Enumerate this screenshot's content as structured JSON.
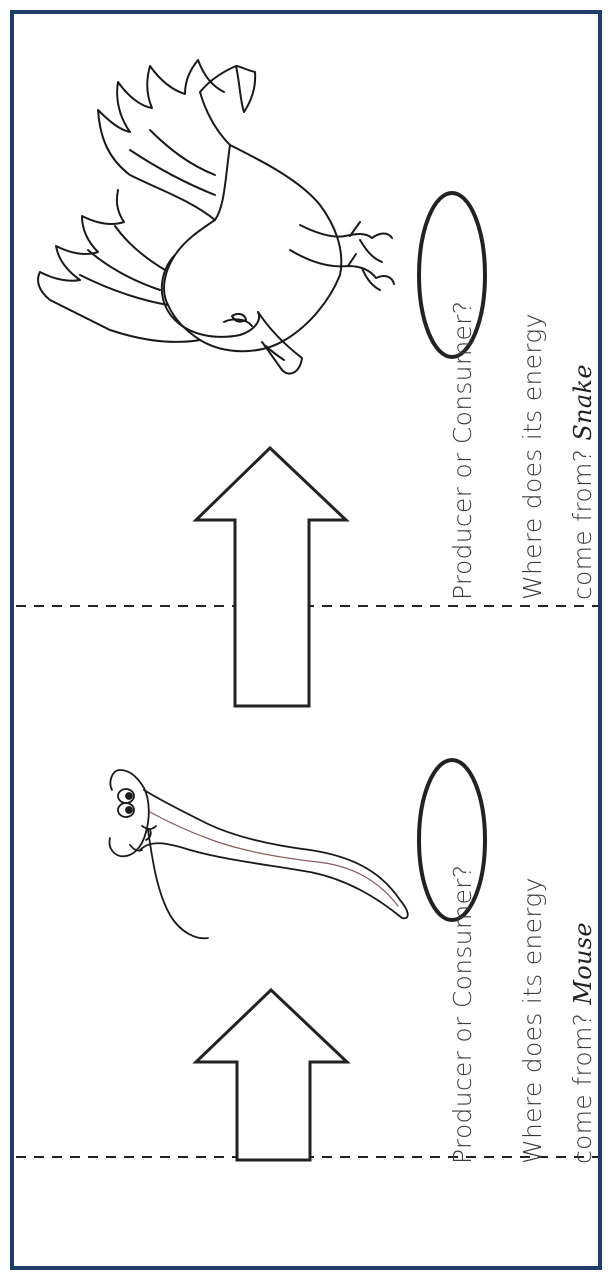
{
  "panels": {
    "top": {
      "question_prefix": "Producer or ",
      "circled_answer": "Consumer",
      "question_suffix": "?",
      "energy_line1": "Where does its energy",
      "energy_line2_prefix": "come from? ",
      "energy_answer": "Snake",
      "animal_icon": "eagle-icon"
    },
    "bottom": {
      "question_prefix": "Producer or ",
      "circled_answer": "Consumer",
      "question_suffix": "?",
      "energy_line1": "Where does its energy",
      "energy_line2_prefix": "come from? ",
      "energy_answer": "Mouse",
      "animal_icon": "snake-icon"
    }
  },
  "colors": {
    "border": "#1f3d6b",
    "ink": "#2a2a2a"
  }
}
